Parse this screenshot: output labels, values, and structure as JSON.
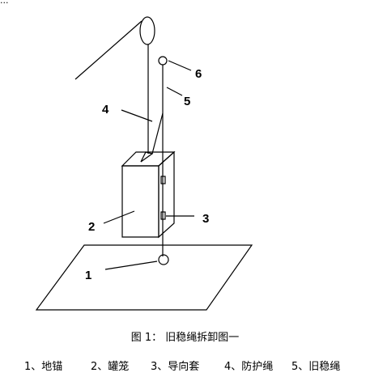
{
  "top_fragment": "...",
  "labels": {
    "l1": "1",
    "l2": "2",
    "l3": "3",
    "l4": "4",
    "l5": "5",
    "l6": "6"
  },
  "caption": "图 1：  旧稳绳拆卸图一",
  "legend": [
    "1、地锚",
    "2、罐笼",
    "3、导向套",
    "4、防护绳",
    "5、旧稳绳"
  ]
}
